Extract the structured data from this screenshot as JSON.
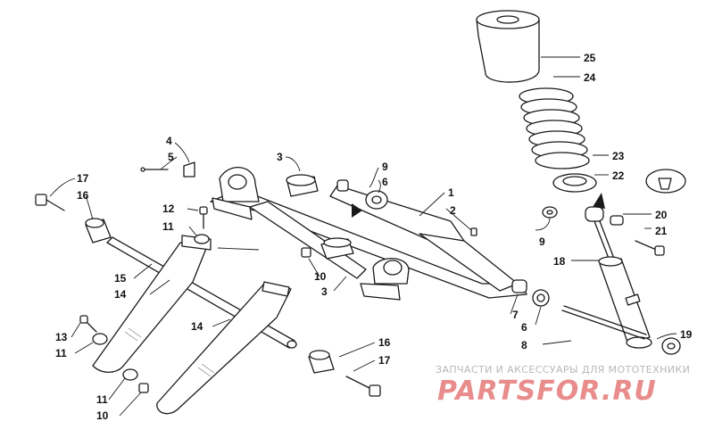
{
  "colors": {
    "line": "#1a1a1a",
    "watermark_main": "#e88c8c",
    "watermark_sub": "#b8b8b8"
  },
  "callouts": [
    {
      "id": "c1",
      "text": "1"
    },
    {
      "id": "c2",
      "text": "2"
    },
    {
      "id": "c3a",
      "text": "3"
    },
    {
      "id": "c3b",
      "text": "3"
    },
    {
      "id": "c4",
      "text": "4"
    },
    {
      "id": "c5",
      "text": "5"
    },
    {
      "id": "c6a",
      "text": "6"
    },
    {
      "id": "c6b",
      "text": "6"
    },
    {
      "id": "c7",
      "text": "7"
    },
    {
      "id": "c8",
      "text": "8"
    },
    {
      "id": "c9a",
      "text": "9"
    },
    {
      "id": "c9b",
      "text": "9"
    },
    {
      "id": "c10a",
      "text": "10"
    },
    {
      "id": "c10b",
      "text": "10"
    },
    {
      "id": "c11a",
      "text": "11"
    },
    {
      "id": "c11b",
      "text": "11"
    },
    {
      "id": "c11c",
      "text": "11"
    },
    {
      "id": "c12",
      "text": "12"
    },
    {
      "id": "c13",
      "text": "13"
    },
    {
      "id": "c14a",
      "text": "14"
    },
    {
      "id": "c14b",
      "text": "14"
    },
    {
      "id": "c15",
      "text": "15"
    },
    {
      "id": "c16a",
      "text": "16"
    },
    {
      "id": "c16b",
      "text": "16"
    },
    {
      "id": "c17a",
      "text": "17"
    },
    {
      "id": "c17b",
      "text": "17"
    },
    {
      "id": "c18",
      "text": "18"
    },
    {
      "id": "c19",
      "text": "19"
    },
    {
      "id": "c20",
      "text": "20"
    },
    {
      "id": "c21",
      "text": "21"
    },
    {
      "id": "c22",
      "text": "22"
    },
    {
      "id": "c23",
      "text": "23"
    },
    {
      "id": "c24",
      "text": "24"
    },
    {
      "id": "c25",
      "text": "25"
    }
  ],
  "watermark": {
    "subtitle": "ЗАПЧАСТИ И АКСЕССУАРЫ ДЛЯ МОТОТЕХНИКИ",
    "brand": "PARTSFOR.RU"
  }
}
